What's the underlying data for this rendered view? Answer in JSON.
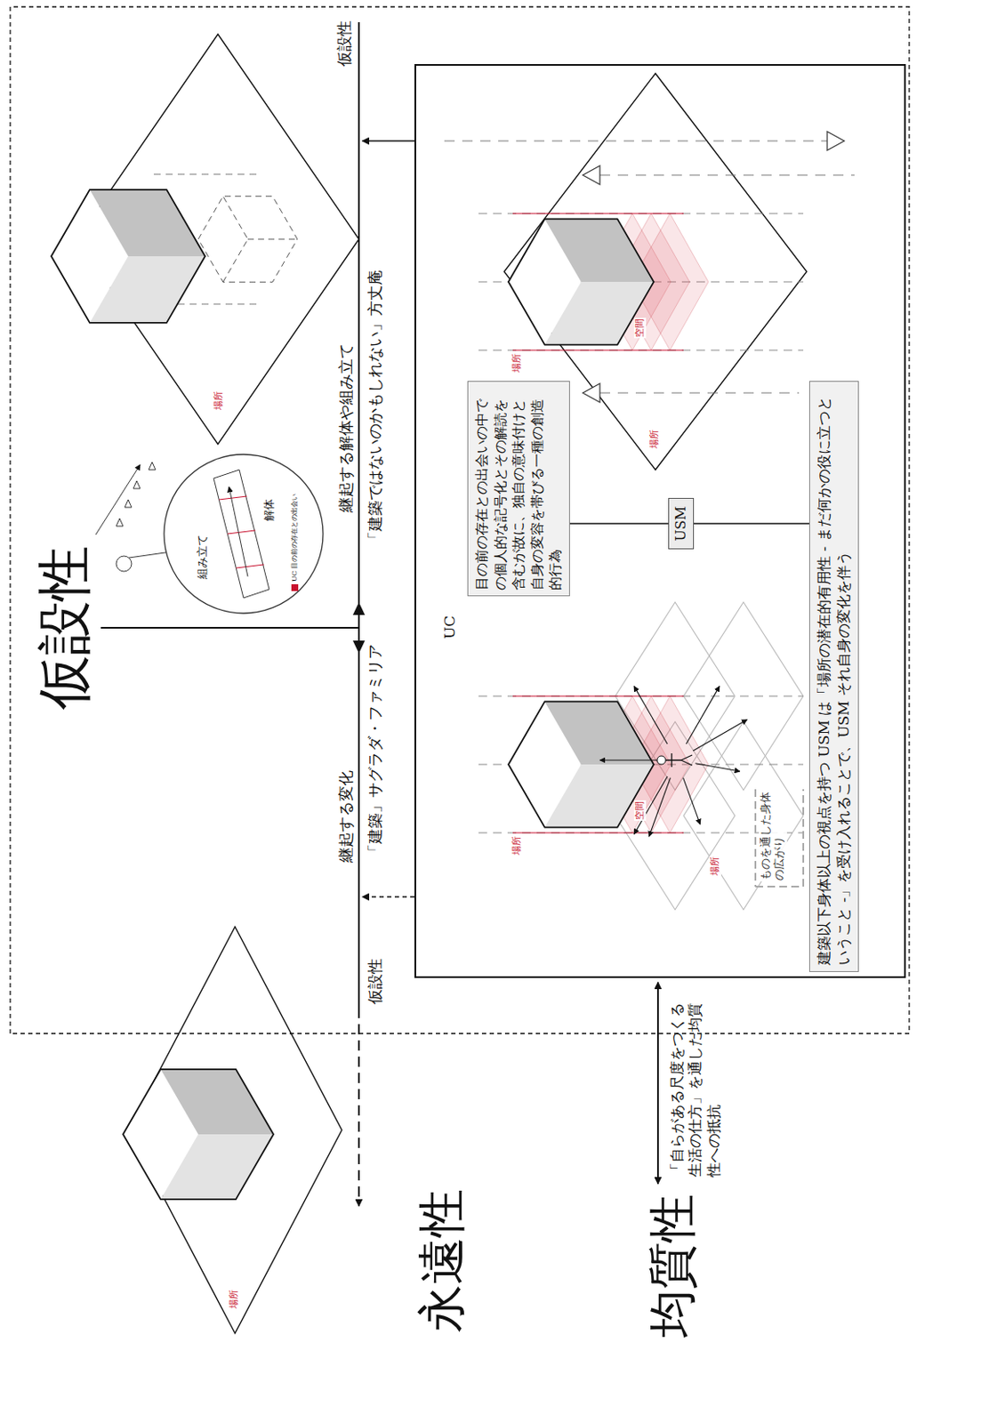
{
  "diagram": {
    "title": "仮設性",
    "nodes": [
      {
        "text": [
          "UC"
        ]
      },
      {
        "text": [
          "目の前の存在との出会いの中での個人的な記号化とその解読を含むが故に、独自の意味付けと自身の変容を帯びる一種の創造的行為"
        ],
        "in": 0
      },
      {
        "text": [
          "USM"
        ],
        "in": 0
      },
      {
        "text": [
          "建築以下身体以上の視点を持つ USM は「場所の潜在的有用性 - まだ何かの役に立つということ -」を受け入れることで、USM それ自身の変化を伴う"
        ],
        "in": 0
      },
      {
        "text": [
          "組み立て",
          "解体"
        ]
      }
    ],
    "edges": [
      {
        "from": 1,
        "to": 2,
        "arrow": "none"
      },
      {
        "from": 2,
        "to": 3,
        "arrow": "none"
      }
    ],
    "labels": [
      "仮設性",
      "仮設性",
      "永遠性",
      "均質性",
      "継起する変化",
      "「建築」サグラダ・ファミリア",
      "継起する解体や組み立て",
      "「建築ではないのかもしれない」方丈庵",
      "「自らがある尺度をつくる生活の仕方」を通した均質性への抵抗",
      "ものを通した身体の広がり",
      "場所",
      "場所",
      "場所",
      "空間",
      "場所",
      "場所",
      "空間",
      "場所"
    ],
    "legend": [
      {
        "text": "UC 目の前の存在との出会い",
        "color": "#c8102e"
      }
    ]
  }
}
